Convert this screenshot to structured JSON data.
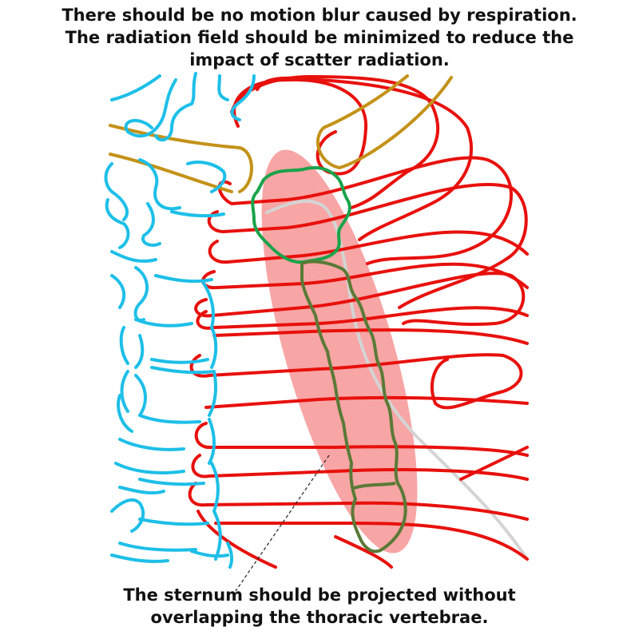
{
  "top_caption": {
    "line1": "There should be no motion blur caused by respiration.",
    "line2": "The radiation field should be minimized to reduce the",
    "line3": "impact of scatter radiation."
  },
  "bottom_caption": {
    "line1": "The sternum should be projected without",
    "line2": "overlapping the thoracic vertebrae."
  },
  "colors": {
    "vertebrae": "#1dbfe8",
    "ribs": "#e8100c",
    "clavicle": "#c39218",
    "manubrium": "#1aa34a",
    "sternum_body": "#5a7a36",
    "radiation_field": "#f8a5a5",
    "skin_line": "#d4d4d4",
    "pointer_line": "#222222"
  }
}
